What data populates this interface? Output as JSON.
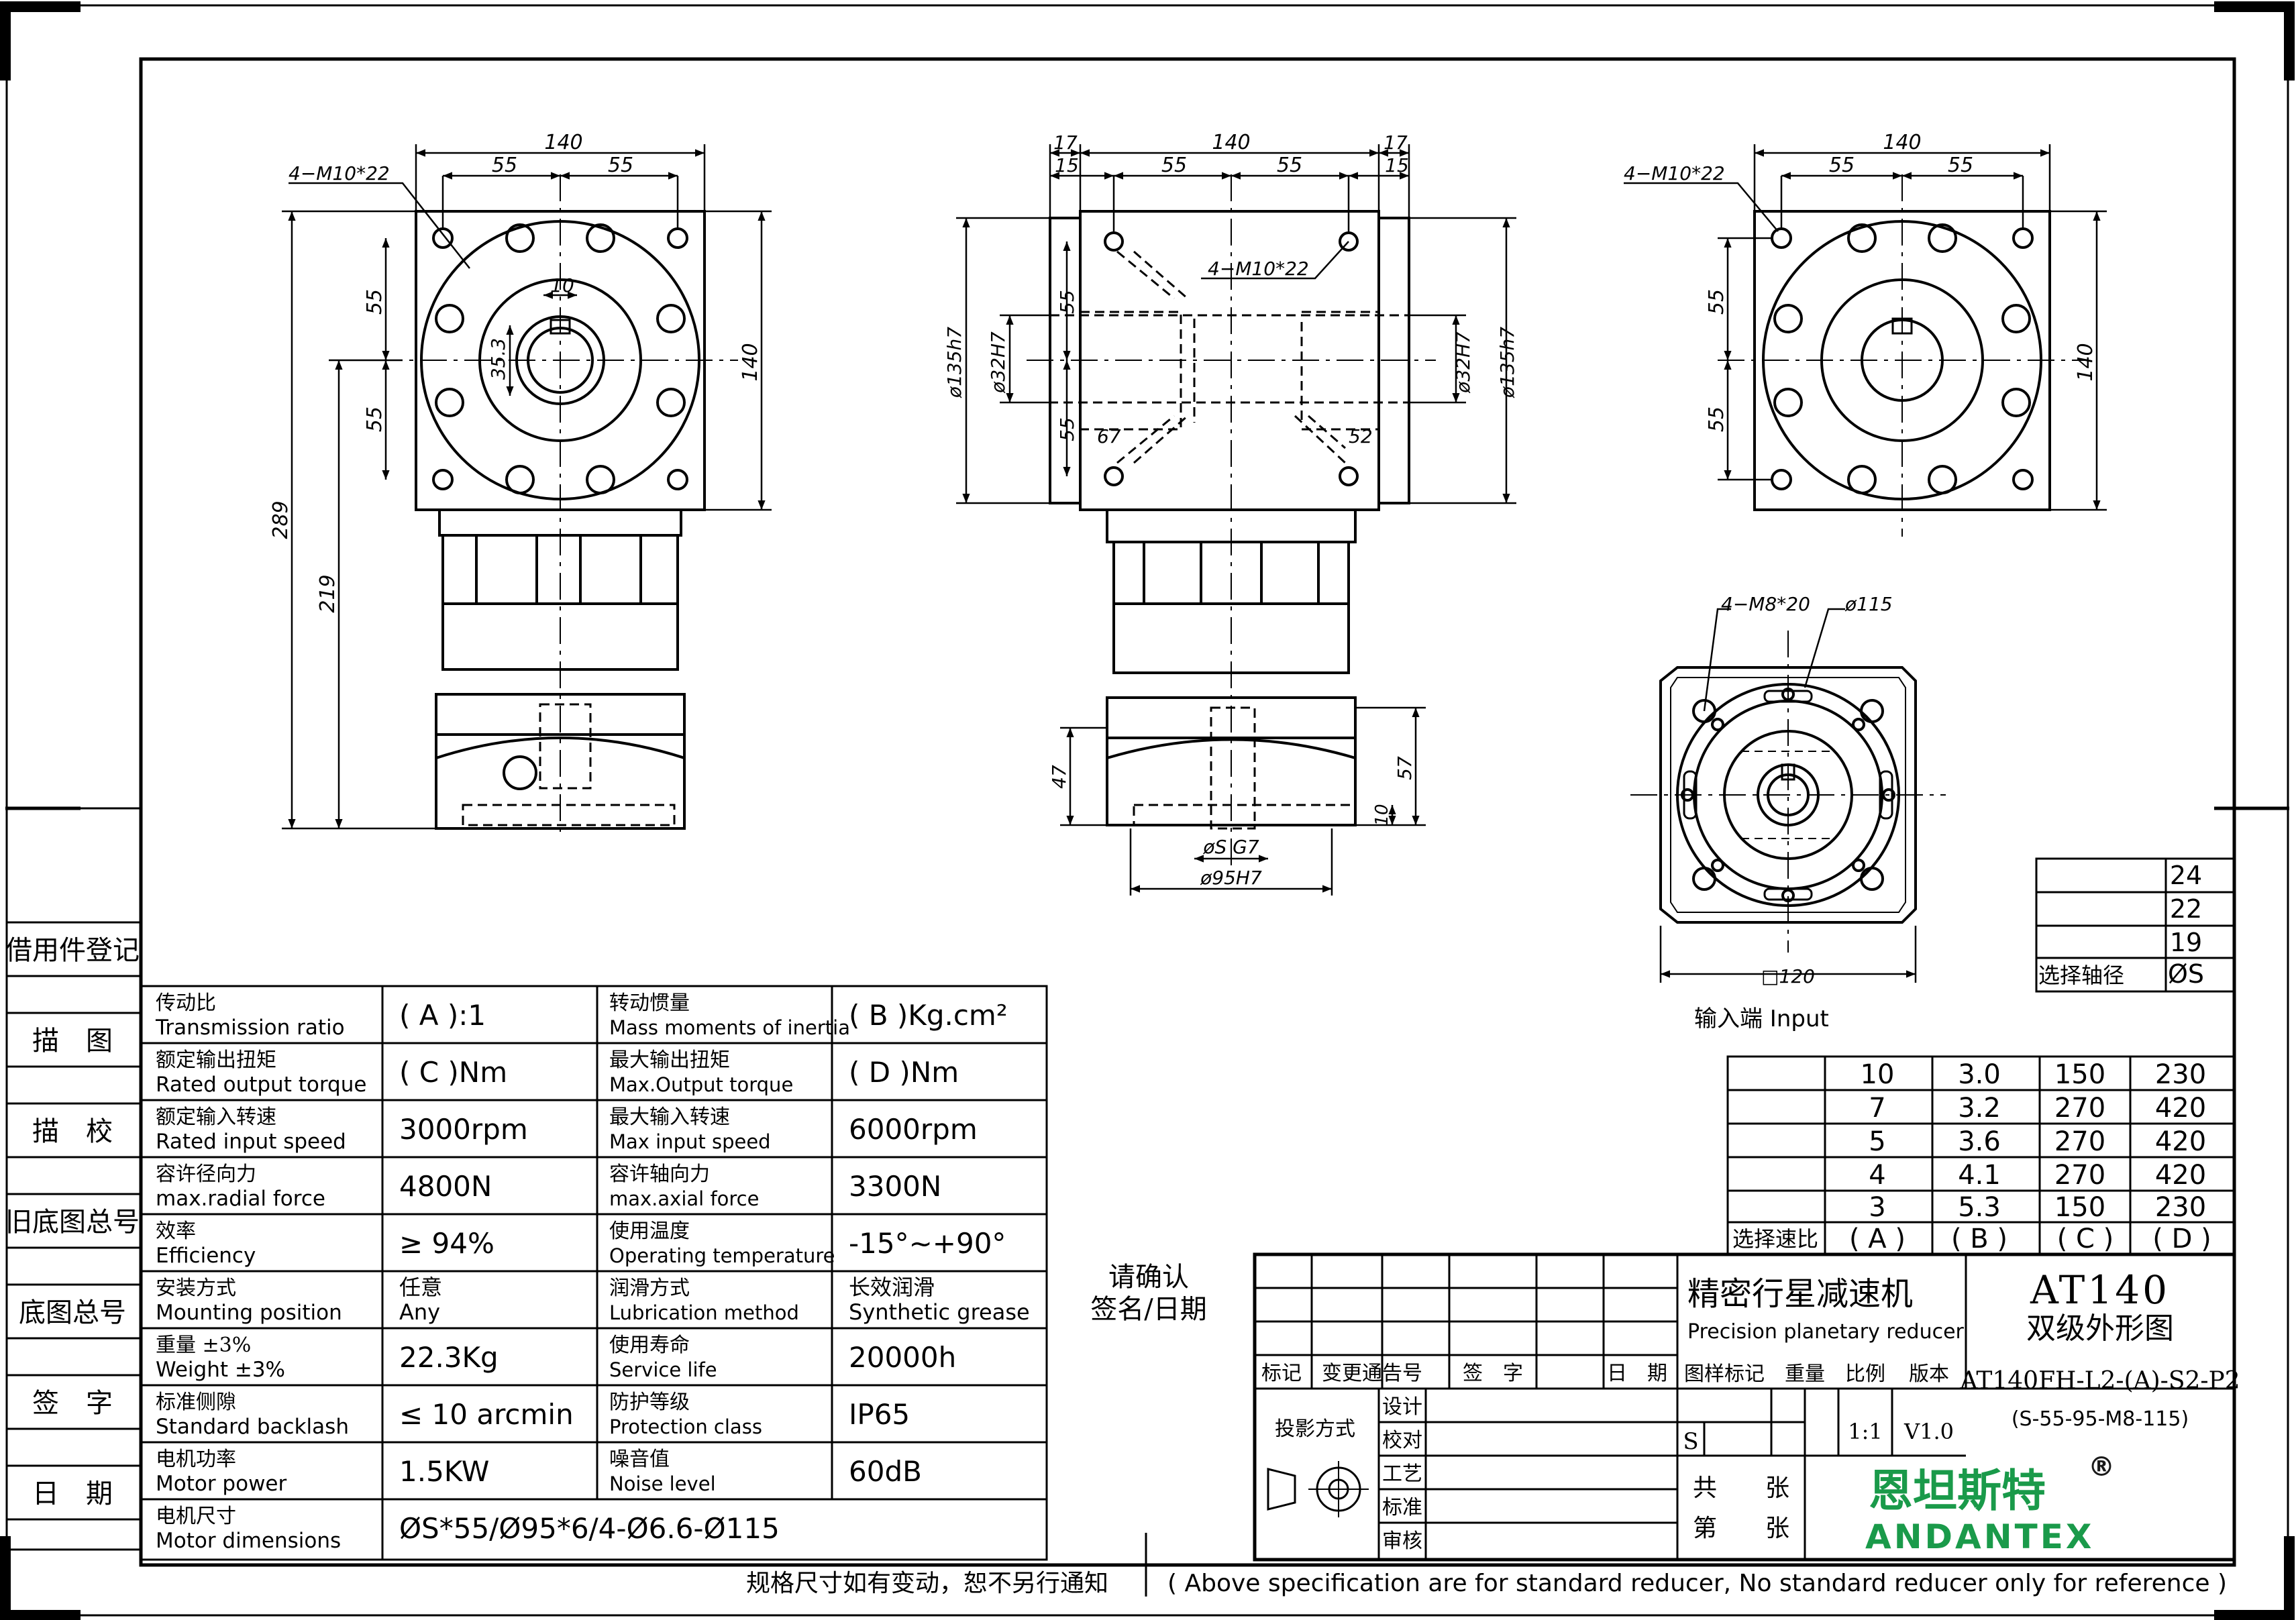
{
  "left_strip": [
    "借用件登记",
    "描　图",
    "描　校",
    "旧底图总号",
    "底图总号",
    "签　字",
    "日　期"
  ],
  "dims": {
    "d140": "140",
    "d55": "55",
    "d17": "17",
    "d15": "15",
    "d10": "10",
    "d35_3": "35.3",
    "d289": "289",
    "d219": "219",
    "d47": "47",
    "d57": "57",
    "d67": "67",
    "d52": "52",
    "m10": "4−M10*22",
    "m8": "4−M8*20",
    "phi115": "ø115",
    "phi135": "ø135h7",
    "phi32": "ø32H7",
    "phiS": "øS  G7",
    "phi95": "ø95H7",
    "sq120": "□120"
  },
  "input_label": "输入端  Input",
  "shaft_table": {
    "rows": [
      "24",
      "22",
      "19"
    ],
    "label": "选择轴径",
    "header": "ØS"
  },
  "ratio_table": {
    "rows": [
      [
        "10",
        "3.0",
        "150",
        "230"
      ],
      [
        "7",
        "3.2",
        "270",
        "420"
      ],
      [
        "5",
        "3.6",
        "270",
        "420"
      ],
      [
        "4",
        "4.1",
        "270",
        "420"
      ],
      [
        "3",
        "5.3",
        "150",
        "230"
      ]
    ],
    "label": "选择速比",
    "headers": [
      "( A )",
      "( B )",
      "( C )",
      "( D )"
    ]
  },
  "specs": [
    {
      "cn1": "传动比",
      "en1": "Transmission ratio",
      "v1": "(   A   ):1",
      "cn2": "转动惯量",
      "en2": "Mass moments of inertia",
      "v2": "(   B   )Kg.cm²"
    },
    {
      "cn1": "额定输出扭矩",
      "en1": "Rated output torque",
      "v1": "(   C   )Nm",
      "cn2": "最大输出扭矩",
      "en2": "Max.Output torque",
      "v2": "(   D   )Nm"
    },
    {
      "cn1": "额定输入转速",
      "en1": "Rated input speed",
      "v1": "3000rpm",
      "cn2": "最大输入转速",
      "en2": "Max input speed",
      "v2": "6000rpm"
    },
    {
      "cn1": "容许径向力",
      "en1": "max.radial force",
      "v1": "4800N",
      "cn2": "容许轴向力",
      "en2": "max.axial  force",
      "v2": "3300N"
    },
    {
      "cn1": "效率",
      "en1": "Efficiency",
      "v1": "≥ 94%",
      "cn2": "使用温度",
      "en2": "Operating temperature",
      "v2": "-15°~+90°"
    },
    {
      "cn1": "安装方式",
      "en1": "Mounting position",
      "v1": "任意\nAny",
      "cn2": "润滑方式",
      "en2": "Lubrication method",
      "v2": "长效润滑\nSynthetic grease"
    },
    {
      "cn1": "重量  ±3%",
      "en1": "Weight ±3%",
      "v1": "22.3Kg",
      "cn2": "使用寿命",
      "en2": "Service life",
      "v2": "20000h"
    },
    {
      "cn1": "标准侧隙",
      "en1": "Standard backlash",
      "v1": "≤ 10 arcmin",
      "cn2": "防护等级",
      "en2": "Protection class",
      "v2": "IP65"
    },
    {
      "cn1": "电机功率",
      "en1": "Motor power",
      "v1": "1.5KW",
      "cn2": "噪音值",
      "en2": "Noise level",
      "v2": "60dB"
    }
  ],
  "motor_dim": {
    "cn": "电机尺寸",
    "en": "Motor dimensions",
    "v": "ØS*55/Ø95*6/4-Ø6.6-Ø115"
  },
  "confirm": {
    "l1": "请确认",
    "l2": "签名/日期"
  },
  "title_block": {
    "product_cn": "精密行星减速机",
    "product_en": "Precision planetary reducer",
    "model": "AT140",
    "drawing_name": "双级外形图",
    "cols1": [
      "标记",
      "变更通告号",
      "签　字",
      "日　期"
    ],
    "cols2": [
      "图样标记",
      "重量",
      "比例",
      "版本"
    ],
    "code": "AT140FH-L2-(A)-S2-P2",
    "code2": "(S-55-95-M8-115)",
    "proj": "投影方式",
    "roles": [
      "设计",
      "校对",
      "工艺",
      "标准",
      "审核"
    ],
    "s": "S",
    "scale": "1:1",
    "version": "V1.0",
    "total": "共　　张",
    "sheet": "第　　张",
    "brand_cn": "恩坦斯特",
    "brand_reg": "®",
    "brand_en": "ANDANTEX"
  },
  "footer": {
    "cn": "规格尺寸如有变动，恕不另行通知",
    "en": "( Above specification are for standard reducer, No standard reducer only for reference )"
  }
}
